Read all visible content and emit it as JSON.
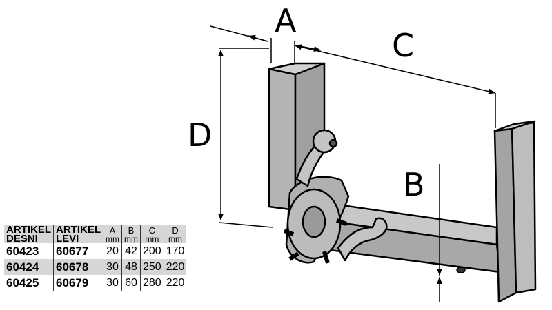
{
  "dimensions": {
    "a": "A",
    "b": "B",
    "c": "C",
    "d": "D"
  },
  "table": {
    "headers": {
      "desni": [
        "ARTIKEL",
        "DESNI"
      ],
      "levi": [
        "ARTIKEL",
        "LEVI"
      ],
      "a": "A",
      "b": "B",
      "c": "C",
      "d": "D",
      "unit": "mm"
    },
    "rows": [
      {
        "desni": "60423",
        "levi": "60677",
        "a": "20",
        "b": "42",
        "c": "200",
        "d": "170"
      },
      {
        "desni": "60424",
        "levi": "60678",
        "a": "30",
        "b": "48",
        "c": "250",
        "d": "220"
      },
      {
        "desni": "60425",
        "levi": "60679",
        "a": "30",
        "b": "60",
        "c": "280",
        "d": "220"
      }
    ]
  },
  "colors": {
    "metal": "#a9a9a9",
    "metal_light": "#c9c9c9",
    "metal_dark": "#8c8c8c",
    "table_shade": "#d6d6d6"
  }
}
